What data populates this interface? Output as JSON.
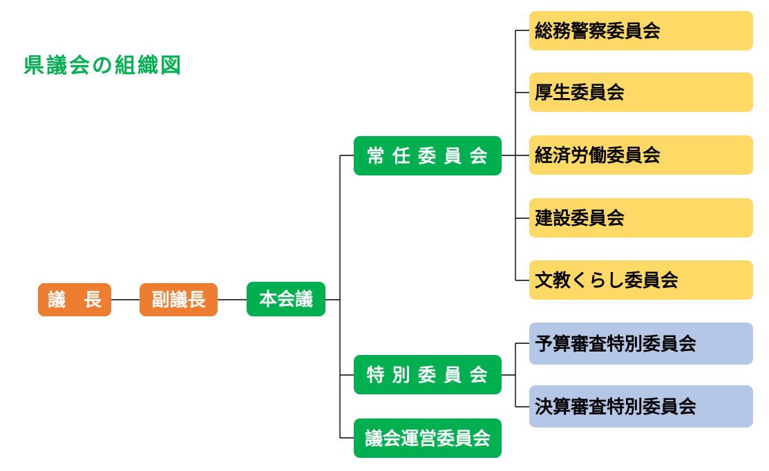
{
  "title": "県議会の組織図",
  "colors": {
    "title_text": "#00B050",
    "officer_box": "#ED7D31",
    "assembly_box": "#00B050",
    "standing_committee_box": "#FFD966",
    "special_committee_box": "#B4C7E7",
    "connector_line": "#000000",
    "background": "#ffffff"
  },
  "nodes": {
    "chairman": {
      "label": "議　長"
    },
    "vice_chairman": {
      "label": "副議長"
    },
    "plenary": {
      "label": "本会議"
    },
    "standing": {
      "label": "常 任 委 員 会"
    },
    "special": {
      "label": "特 別 委 員 会"
    },
    "steering": {
      "label": "議会運営委員会"
    },
    "standing_committees": [
      {
        "label": "総務警察委員会"
      },
      {
        "label": "厚生委員会"
      },
      {
        "label": "経済労働委員会"
      },
      {
        "label": "建設委員会"
      },
      {
        "label": "文教くらし委員会"
      }
    ],
    "special_committees": [
      {
        "label": "予算審査特別委員会"
      },
      {
        "label": "決算審査特別委員会"
      }
    ]
  }
}
